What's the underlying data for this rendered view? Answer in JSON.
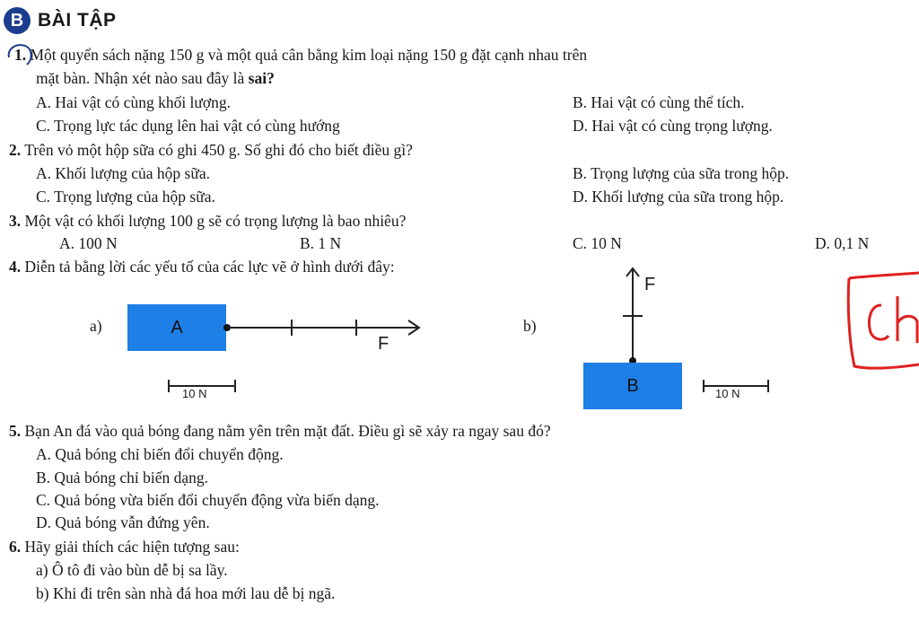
{
  "header": {
    "badge": "B",
    "title": "BÀI TẬP"
  },
  "q1": {
    "num": "1.",
    "line1_a": "Một quyển sách nặng 150 g và một quả cân bằng kim loại nặng 150 g đặt cạnh nhau trên",
    "line2_a": "mặt bàn. Nhận xét nào sau đây là ",
    "line2_b": "sai",
    "line2_c": "?",
    "A": "A. Hai vật có cùng khối lượng.",
    "B": "B. Hai vật có cùng thể tích.",
    "C": "C. Trọng lực tác dụng lên hai vật có cùng hướng",
    "D": "D. Hai vật có cùng trọng lượng."
  },
  "q2": {
    "num": "2.",
    "text": "Trên vỏ một hộp sữa có ghi 450 g. Số ghi đó cho biết điều gì?",
    "A": "A. Khối lượng của hộp sữa.",
    "B": "B. Trọng lượng của sữa trong hộp.",
    "C": "C. Trọng lượng của hộp sữa.",
    "D": "D. Khối lượng của sữa trong hộp."
  },
  "q3": {
    "num": "3.",
    "text": "Một vật có khối lượng 100 g sẽ có trọng lượng là bao nhiêu?",
    "A": "A. 100 N",
    "B": "B. 1 N",
    "C": "C. 10 N",
    "D": "D. 0,1 N"
  },
  "q4": {
    "num": "4.",
    "text": "Diễn tả bằng lời các yếu tố của các lực vẽ ở hình dưới đây:",
    "fig_a": {
      "label": "a)",
      "box": "A",
      "force": "F",
      "scale": "10 N"
    },
    "fig_b": {
      "label": "b)",
      "box": "B",
      "force": "F",
      "scale": "10 N"
    },
    "handwriting": "Ch"
  },
  "q5": {
    "num": "5.",
    "text": "Bạn An đá vào quả bóng đang nằm yên trên mặt đất. Điều gì sẽ xảy ra ngay sau đó?",
    "A": "A. Quả bóng chỉ biến đổi chuyển động.",
    "B": "B. Quả bóng chỉ biến dạng.",
    "C": "C. Quả bóng vừa biến đổi chuyển động vừa biến dạng.",
    "D": "D. Quả bóng vẫn đứng yên."
  },
  "q6": {
    "num": "6.",
    "text": "Hãy giải thích các hiện tượng sau:",
    "a": "a) Ô tô đi vào bùn dễ bị sa lầy.",
    "b": "b) Khi đi trên sàn nhà đá hoa mới lau dễ bị ngã."
  },
  "colors": {
    "badge": "#1c3d8f",
    "box": "#1e7fe6",
    "ink": "#e02020"
  }
}
